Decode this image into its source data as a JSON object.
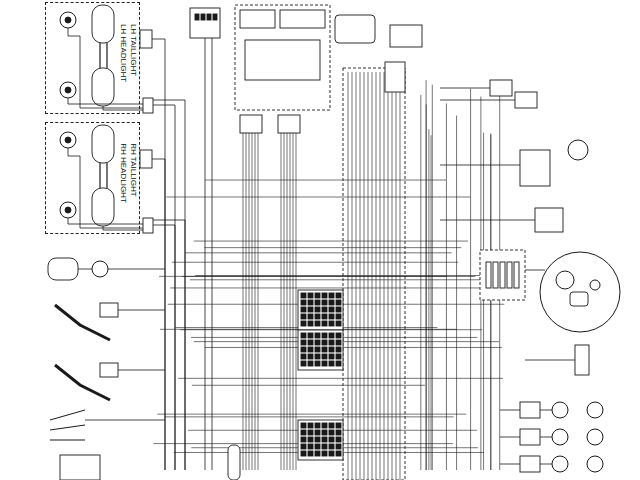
{
  "diagram": {
    "nodes": [
      {
        "text": [
          "LH TAILLIGHT",
          "LH HEADLIGHT"
        ]
      },
      {
        "text": [
          "RH TAILLIGHT",
          "RH HEADLIGHT"
        ]
      }
    ]
  }
}
